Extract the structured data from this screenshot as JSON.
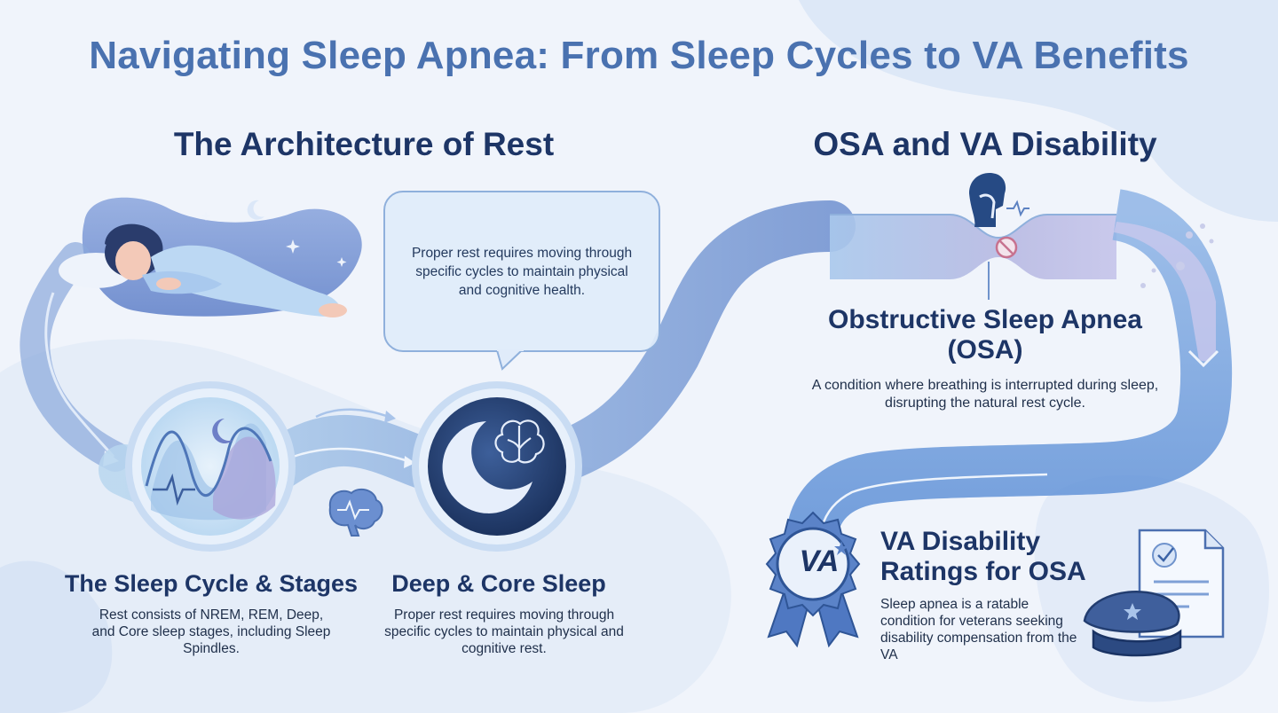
{
  "header": {
    "title": "Navigating Sleep Apnea: From Sleep Cycles to VA Benefits"
  },
  "left_section": {
    "title": "The Architecture of Rest",
    "bubble_text": "Proper rest requires moving through specific cycles to maintain physical and cognitive health.",
    "items": [
      {
        "title": "The Sleep Cycle & Stages",
        "description": "Rest consists of NREM, REM, Deep, and Core sleep stages, including Sleep Spindles."
      },
      {
        "title": "Deep & Core Sleep",
        "description": "Proper rest requires moving through specific cycles to maintain physical and cognitive rest."
      }
    ]
  },
  "right_section": {
    "title": "OSA and VA Disability",
    "items": [
      {
        "title": "Obstructive Sleep Apnea (OSA)",
        "description": "A condition where breathing is interrupted during sleep, disrupting the natural rest cycle."
      },
      {
        "title": "VA Disability Ratings for OSA",
        "description": "Sleep apnea is a ratable condition for veterans seeking disability compensation from the VA"
      }
    ],
    "badge_text": "VA"
  },
  "icons": [
    "sleeping-woman-illustration",
    "crescent-moon-icon",
    "sleep-wave-icon",
    "brain-icon",
    "airway-head-icon",
    "blocked-airway-icon",
    "va-ribbon-badge-icon",
    "document-check-icon",
    "military-cap-icon"
  ],
  "colors": {
    "title_light": "#4a72b0",
    "title_dark": "#1d3566",
    "path_blue": "#6f98d6",
    "path_light": "#b9d3f0",
    "path_lavender": "#b9b4e0"
  }
}
